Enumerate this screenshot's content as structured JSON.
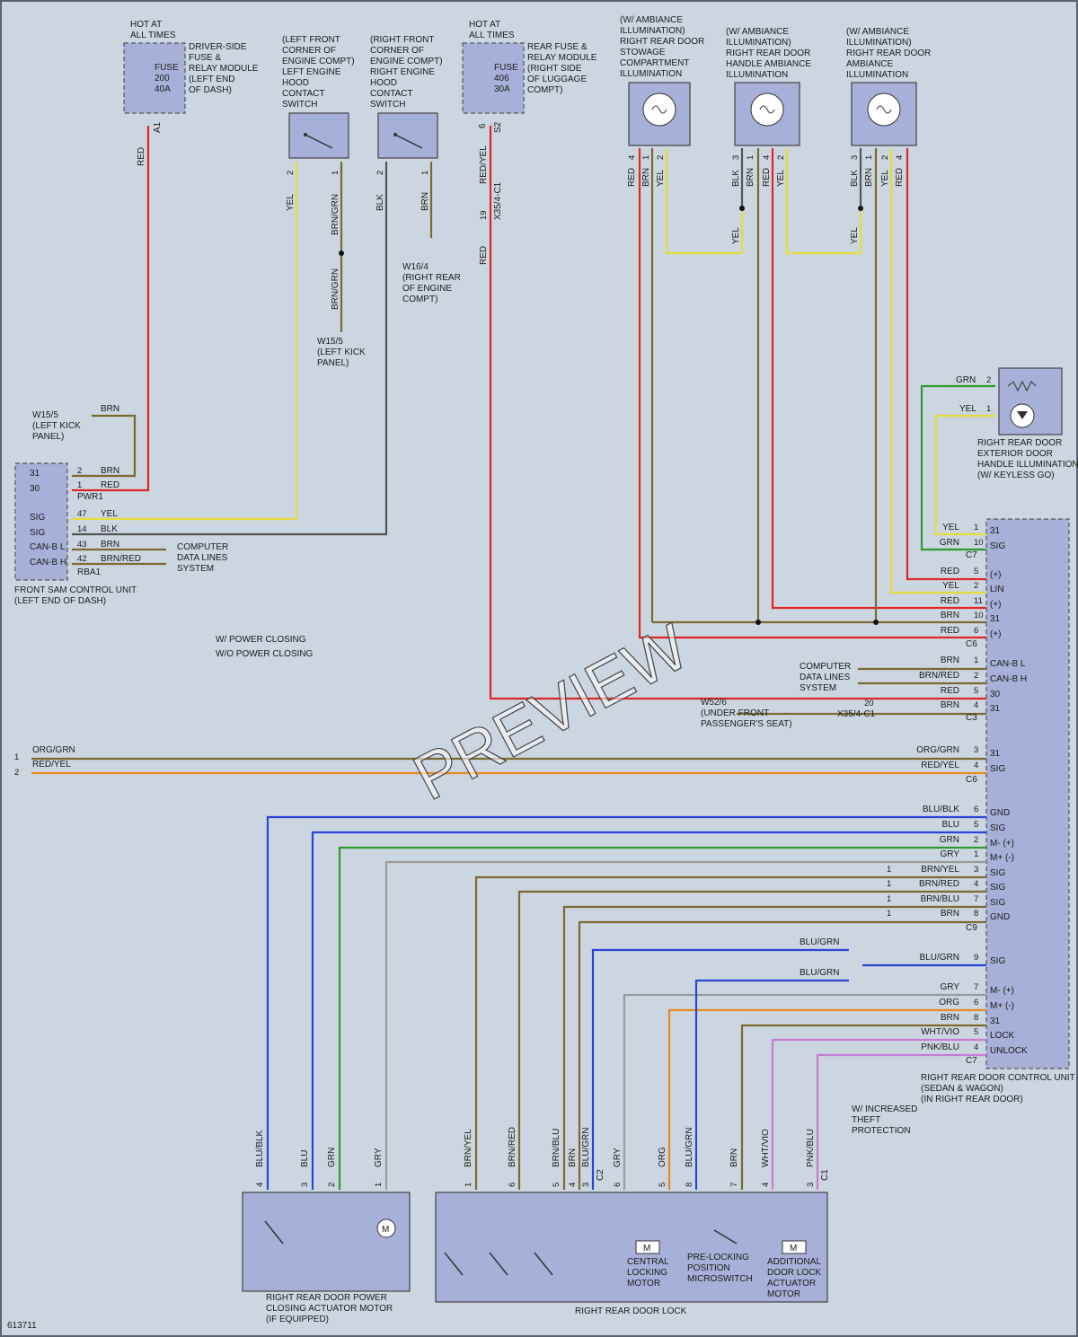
{
  "diagram_id": "613711",
  "watermark": "PREVIEW",
  "hot_at_all_times": "HOT AT\nALL TIMES",
  "fuse_200": {
    "label": "FUSE\n200\n40A",
    "desc": "DRIVER-SIDE\nFUSE &\nRELAY MODULE\n(LEFT END\nOF DASH)",
    "pin": "A1"
  },
  "fuse_406": {
    "label": "FUSE\n406\n30A",
    "desc": "REAR FUSE &\nRELAY MODULE\n(RIGHT SIDE\nOF LUGGAGE\nCOMPT)",
    "pin": "6",
    "conn": "S2"
  },
  "left_hood_switch": {
    "desc": "(LEFT FRONT\nCORNER OF\nENGINE COMPT)\nLEFT ENGINE\nHOOD\nCONTACT\nSWITCH",
    "pin2": "2",
    "pin1": "1"
  },
  "right_hood_switch": {
    "desc": "(RIGHT FRONT\nCORNER OF\nENGINE COMPT)\nRIGHT ENGINE\nHOOD\nCONTACT\nSWITCH",
    "pin2": "2",
    "pin1": "1"
  },
  "ground_w155": "W15/5\n(LEFT KICK\nPANEL)",
  "ground_w155b": "W15/5\n(LEFT KICK\nPANEL)",
  "ground_w164": "W16/4\n(RIGHT REAR\nOF ENGINE\nCOMPT)",
  "ground_w526": "W52/6\n(UNDER FRONT\nPASSENGER'S SEAT)",
  "stowage_light": {
    "desc": "(W/ AMBIANCE\nILLUMINATION)\nRIGHT REAR DOOR\nSTOWAGE\nCOMPARTMENT\nILLUMINATION",
    "pins": [
      "4",
      "1",
      "2"
    ],
    "wires": [
      "RED",
      "BRN",
      "YEL"
    ]
  },
  "handle_light": {
    "desc": "(W/ AMBIANCE\nILLUMINATION)\nRIGHT REAR DOOR\nHANDLE AMBIANCE\nILLUMINATION",
    "pins": [
      "3",
      "1",
      "4",
      "2"
    ],
    "wires": [
      "BLK",
      "BRN",
      "RED",
      "YEL"
    ]
  },
  "door_light": {
    "desc": "(W/ AMBIANCE\nILLUMINATION)\nRIGHT REAR DOOR\nAMBIANCE\nILLUMINATION",
    "pins": [
      "3",
      "1",
      "2",
      "4"
    ],
    "wires": [
      "BLK",
      "BRN",
      "YEL",
      "RED"
    ]
  },
  "exterior_light": {
    "desc": "RIGHT REAR DOOR\nEXTERIOR DOOR\nHANDLE ILLUMINATION\n(W/ KEYLESS GO)",
    "rows": [
      {
        "wire": "GRN",
        "pin": "2"
      },
      {
        "wire": "YEL",
        "pin": "1"
      }
    ]
  },
  "sam_unit": {
    "desc": "FRONT SAM CONTROL UNIT\n(LEFT END OF DASH)",
    "rows": [
      {
        "term": "31",
        "pin": "2",
        "wire": "BRN"
      },
      {
        "term": "30",
        "pin": "1",
        "wire": "RED"
      },
      {
        "term": "SIG",
        "pin": "47",
        "wire": "YEL"
      },
      {
        "term": "SIG",
        "pin": "14",
        "wire": "BLK"
      },
      {
        "term": "CAN-B L",
        "pin": "43",
        "wire": "BRN"
      },
      {
        "term": "CAN-B H",
        "pin": "42",
        "wire": "BRN/RED"
      }
    ],
    "conn1": "PWR1",
    "conn2": "RBA1",
    "data_lines": "COMPUTER\nDATA LINES\nSYSTEM"
  },
  "notes": {
    "n1": "W/ POWER CLOSING",
    "n2": "W/O POWER CLOSING"
  },
  "door_cu": {
    "desc": "RIGHT REAR DOOR CONTROL UNIT\n(SEDAN & WAGON)\n(IN RIGHT REAR DOOR)",
    "data_lines": "COMPUTER\nDATA LINES\nSYSTEM",
    "rows": [
      {
        "wire": "YEL",
        "pin": "1",
        "term": "31"
      },
      {
        "wire": "GRN",
        "pin": "10",
        "term": "SIG"
      },
      {
        "conn": "C7"
      },
      {
        "wire": "RED",
        "pin": "5",
        "term": "(+)"
      },
      {
        "wire": "YEL",
        "pin": "2",
        "term": "LIN"
      },
      {
        "wire": "RED",
        "pin": "11",
        "term": "(+)"
      },
      {
        "wire": "BRN",
        "pin": "10",
        "term": "31"
      },
      {
        "wire": "RED",
        "pin": "6",
        "term": "(+)"
      },
      {
        "conn": "C6"
      },
      {
        "wire": "BRN",
        "pin": "1",
        "term": "CAN-B L"
      },
      {
        "wire": "BRN/RED",
        "pin": "2",
        "term": "CAN-B H"
      },
      {
        "wire": "RED",
        "pin": "5",
        "term": "30"
      },
      {
        "wire": "BRN",
        "pin": "4",
        "term": "31",
        "pin_left": "20",
        "conn_left": "X35/4-C1"
      },
      {
        "conn": "C3"
      },
      {
        "wire": "ORG/GRN",
        "pin": "3",
        "term": "31"
      },
      {
        "wire": "RED/YEL",
        "pin": "4",
        "term": "SIG"
      },
      {
        "conn": "C6"
      },
      {
        "wire": "BLU/BLK",
        "pin": "6",
        "term": "GND"
      },
      {
        "wire": "BLU",
        "pin": "5",
        "term": "SIG"
      },
      {
        "wire": "GRN",
        "pin": "2",
        "term": "M- (+)"
      },
      {
        "wire": "GRY",
        "pin": "1",
        "term": "M+ (-)"
      },
      {
        "wire": "BRN/YEL",
        "pin": "3",
        "term": "SIG",
        "note": "1"
      },
      {
        "wire": "BRN/RED",
        "pin": "4",
        "term": "SIG",
        "note": "1"
      },
      {
        "wire": "BRN/BLU",
        "pin": "7",
        "term": "SIG",
        "note": "1"
      },
      {
        "wire": "BRN",
        "pin": "8",
        "term": "GND",
        "note": "1"
      },
      {
        "conn": "C9"
      },
      {
        "wire": "BLU/GRN",
        "pin": "9",
        "term": "SIG"
      },
      {
        "wire": "GRY",
        "pin": "7",
        "term": "M- (+)"
      },
      {
        "wire": "ORG",
        "pin": "6",
        "term": "M+ (-)"
      },
      {
        "wire": "BRN",
        "pin": "8",
        "term": "31"
      },
      {
        "wire": "WHT/VIO",
        "pin": "5",
        "term": "LOCK"
      },
      {
        "wire": "PNK/BLU",
        "pin": "4",
        "term": "UNLOCK"
      },
      {
        "conn": "C7"
      }
    ],
    "blu_grn_1": "BLU/GRN",
    "blu_grn_2": "BLU/GRN"
  },
  "misc_wires": {
    "red": "RED",
    "red_yel": "RED/YEL",
    "yel": "YEL",
    "blk": "BLK",
    "brn": "BRN",
    "brn_grn": "BRN/GRN",
    "org_grn": "ORG/GRN",
    "pin1": "1",
    "pin2": "2",
    "pin19": "19",
    "x35c1": "X35/4-C1"
  },
  "theft_note": "W/ INCREASED\nTHEFT\nPROTECTION",
  "power_closing": {
    "desc": "RIGHT REAR DOOR POWER\nCLOSING ACTUATOR MOTOR\n(IF EQUIPPED)",
    "wires": [
      "BLU/BLK",
      "BLU",
      "GRN",
      "GRY"
    ],
    "pins": [
      "4",
      "3",
      "2",
      "1"
    ]
  },
  "door_lock": {
    "desc": "RIGHT REAR DOOR LOCK",
    "wires": [
      "BRN/YEL",
      "BRN/RED",
      "BRN/BLU",
      "BRN",
      "BLU/GRN",
      "GRY",
      "ORG",
      "BLU/GRN",
      "BRN",
      "WHT/VIO",
      "PNK/BLU"
    ],
    "pins": [
      "1",
      "6",
      "5",
      "4",
      "3",
      "6",
      "5",
      "8",
      "7",
      "4",
      "3"
    ],
    "conns": [
      "C2",
      "C1"
    ],
    "central": "CENTRAL\nLOCKING\nMOTOR",
    "prelock": "PRE-LOCKING\nPOSITION\nMICROSWITCH",
    "additional": "ADDITIONAL\nDOOR LOCK\nACTUATOR\nMOTOR"
  },
  "colors": {
    "red": "#e02525",
    "yel": "#e7dc3c",
    "brn": "#7a6a2e",
    "grn": "#2c9a2c",
    "blu": "#2b44d8",
    "gry": "#9a9a9a",
    "org": "#e88a1c",
    "vio": "#c77ad6",
    "blk": "#555555"
  }
}
